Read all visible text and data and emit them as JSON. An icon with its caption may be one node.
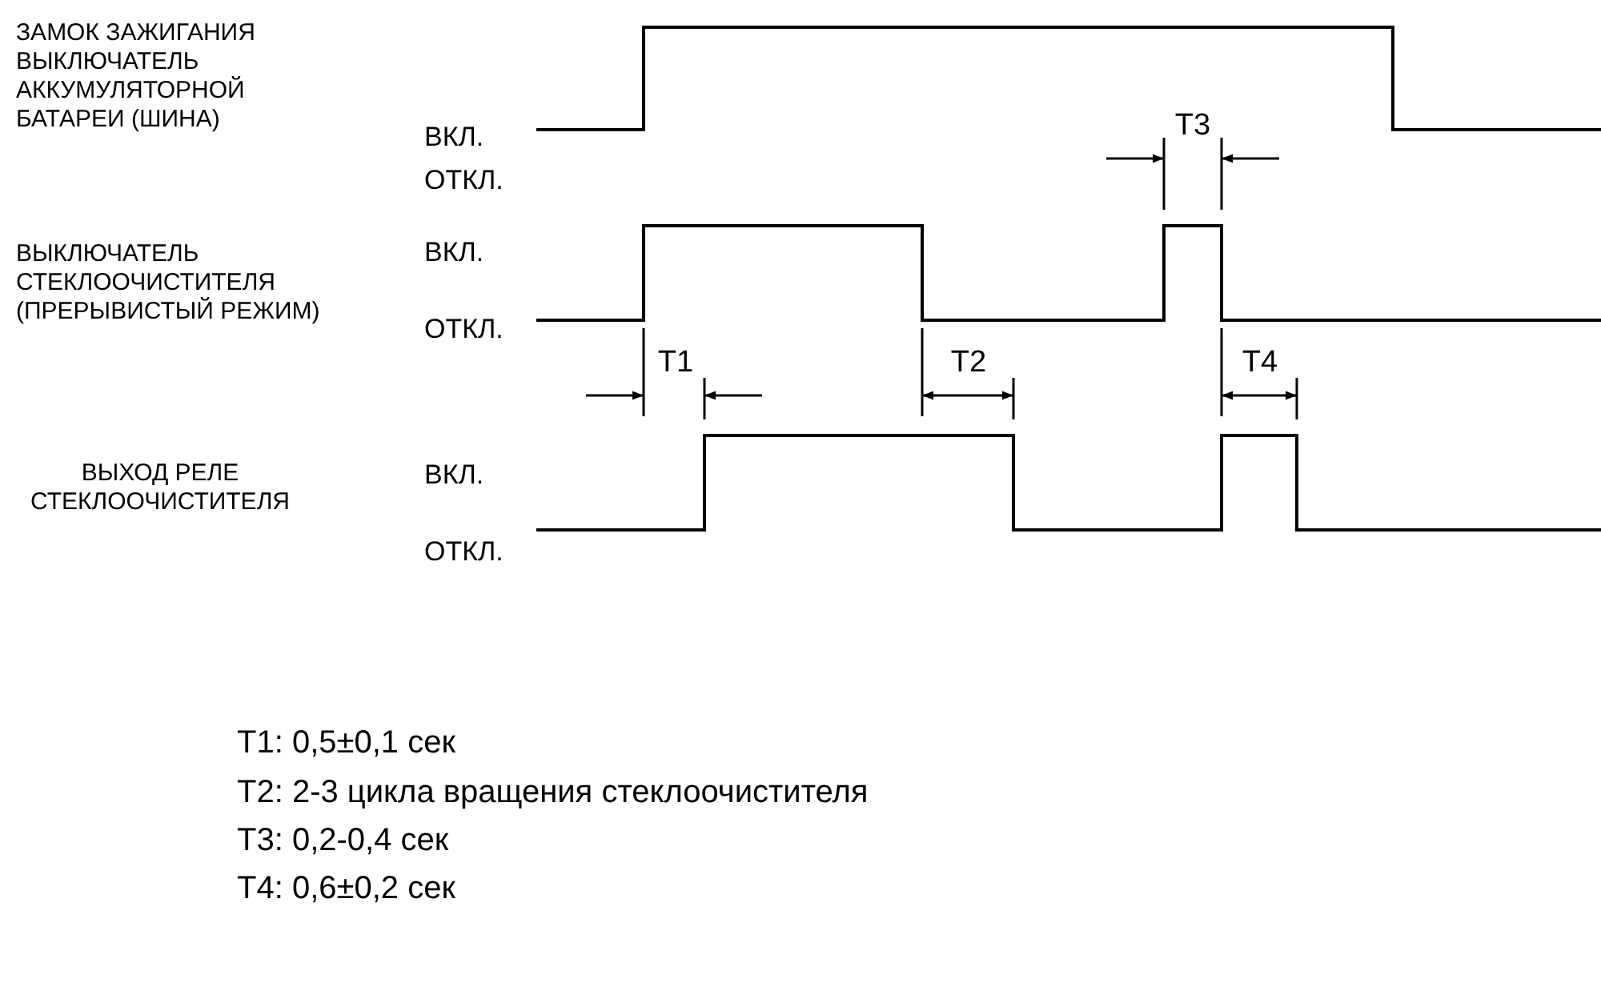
{
  "diagram": {
    "labels": [
      "ЗАМОК ЗАЖИГАНИЯ ВЫКЛЮЧАТЕЛЬ АККУМУЛЯТОРНОЙ БАТАРЕИ (ШИНА)",
      "ВКЛ.",
      "ОТКЛ.",
      "T3",
      "ВЫКЛЮЧАТЕЛЬ СТЕКЛООЧИСТИТЕЛЯ (ПРЕРЫВИСТЫЙ РЕЖИМ)",
      "ВКЛ.",
      "ОТКЛ.",
      "T1",
      "T2",
      "T4",
      "ВЫХОД РЕЛЕ СТЕКЛООЧИСТИТЕЛЯ",
      "ВКЛ.",
      "ОТКЛ.",
      "T1: 0,5±0,1 сек",
      "T2: 2-3 цикла вращения стеклоочистителя",
      "T3: 0,2-0,4 сек",
      "T4: 0,6±0,2 сек"
    ]
  }
}
